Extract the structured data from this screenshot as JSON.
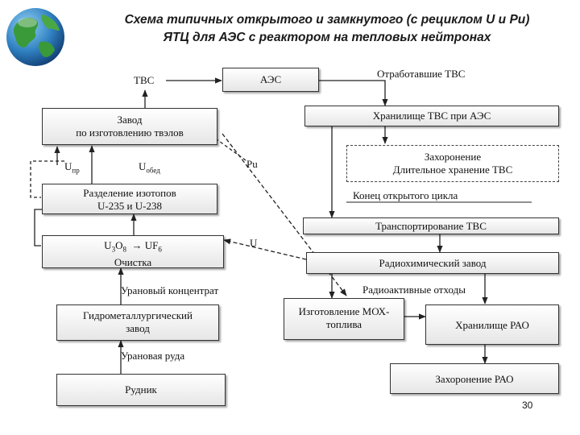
{
  "title": {
    "line1": "Схема типичных открытого и замкнутого (с рециклом U и Pu)",
    "line2": "ЯТЦ для АЭС с реактором на тепловых нейтронах"
  },
  "nodes": {
    "tvs": "ТВС",
    "aes": "АЭС",
    "spent_fuel": "Отработавшие ТВС",
    "fuel_plant_l1": "Завод",
    "fuel_plant_l2": "по изготовлению твэлов",
    "storage_npp": "Хранилище ТВС при АЭС",
    "u_pr": "U",
    "u_pr_sub": "пр",
    "u_obed": "U",
    "u_obed_sub": "обед",
    "pu": "Pu",
    "disposal_l1": "Захоронение",
    "disposal_l2": "Длительное хранение ТВС",
    "isotope_l1": "Разделение изотопов",
    "isotope_l2": "U-235 и U-238",
    "open_cycle_end": "Конец открытого цикла",
    "transport": "Транспортирование ТВС",
    "conv_u": "U",
    "conv_3": "3",
    "conv_o": "O",
    "conv_8": "8",
    "conv_arrow": "→ UF",
    "conv_6": "6",
    "conv_l2": "Очистка",
    "u_return": "U",
    "radiochem": "Радиохимический завод",
    "u_concentrate": "Урановый концентрат",
    "radwaste": "Радиоактивные отходы",
    "hydromet_l1": "Гидрометаллургический",
    "hydromet_l2": "завод",
    "mox_l1": "Изготовление МОХ-",
    "mox_l2": "топлива",
    "rao_storage": "Хранилище РАО",
    "u_ore": "Урановая руда",
    "mine": "Рудник",
    "rao_disposal": "Захоронение РАО"
  },
  "page_number": "30"
}
